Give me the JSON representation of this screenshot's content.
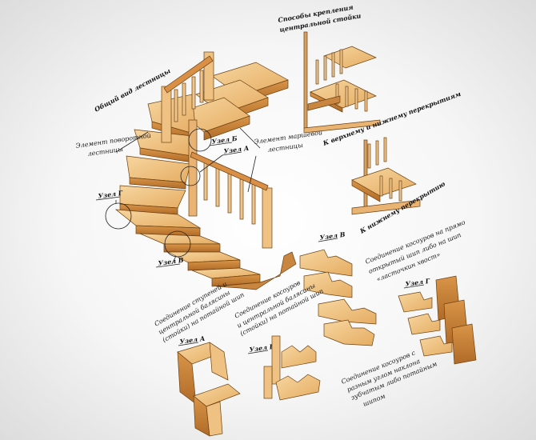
{
  "labels": {
    "general_view": "Общий вид лестницы",
    "support_methods_1": "Способы крепления",
    "support_methods_2": "центральной стойки",
    "to_upper_lower": "К верхнему и нижнему перекрытиям",
    "to_lower": "К нижнему перекрытию",
    "winder_element_1": "Элемент поворотной",
    "winder_element_2": "лестницы",
    "march_element_1": "Элемент маршевой",
    "march_element_2": "лестницы",
    "node_a": "Узел А",
    "node_b": "Узел Б",
    "node_v": "Узел В",
    "node_g": "Узел Г",
    "joint_a_1": "Соединение ступеней и",
    "joint_a_2": "центральной балясины",
    "joint_a_3": "(стойки) на потайной шип",
    "joint_b_1": "Соединение косоуров",
    "joint_b_2": "и центральной балясины",
    "joint_b_3": "(стойки) на потайной шип",
    "joint_g_1": "Соединение косоуров на прямо",
    "joint_g_2": "открытый шип либо на шип",
    "joint_g_3": "«ласточкин хвост»",
    "joint_v_1": "Соединение косоуров с",
    "joint_v_2": "разным углом наклона",
    "joint_v_3": "зубчатым либо потайным",
    "joint_v_4": "шипом"
  },
  "colors": {
    "wood_light": "#f3c98a",
    "wood_mid": "#e0a35a",
    "wood_dark": "#b8712e",
    "background": "#f4f4f4"
  }
}
